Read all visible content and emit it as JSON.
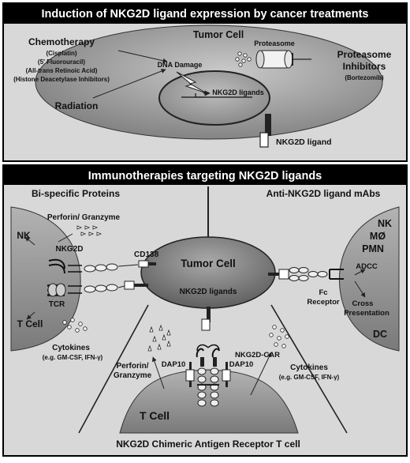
{
  "top_panel": {
    "title": "Induction of NKG2D ligand expression by cancer treatments",
    "tumor_cell_label": "Tumor Cell",
    "chemotherapy": {
      "label": "Chemotherapy",
      "drugs": [
        "(Cisplatin)",
        "(5' Fluorouracil)",
        "(All-trans Retinoic Acid)",
        "(Histone Deacetylase Inhibitors)"
      ]
    },
    "radiation_label": "Radiation",
    "dna_damage_label": "DNA Damage",
    "proteasome_label": "Proteasome",
    "proteasome_inhibitors": {
      "label_line1": "Proteasome",
      "label_line2": "Inhibitors",
      "drug": "(Bortezomib)"
    },
    "nkg2d_ligands_label": "NKG2D ligands",
    "nkg2d_ligand_label": "NKG2D ligand"
  },
  "bottom_panel": {
    "title": "Immunotherapies targeting NKG2D ligands",
    "bispecific_label": "Bi-specific Proteins",
    "mabs_label": "Anti-NKG2D ligand mAbs",
    "tumor_cell_label": "Tumor Cell",
    "nkg2d_ligands_label": "NKG2D ligands",
    "cd138_label": "CD138",
    "left_cell": {
      "nk_label": "NK",
      "tcell_label": "T Cell",
      "perforin_label": "Perforin/ Granzyme",
      "nkg2d_label": "NKG2D",
      "tcr_label": "TCR",
      "cytokines_label": "Cytokines",
      "cytokines_examples": "(e.g. GM-CSF, IFN-γ)"
    },
    "right_cell": {
      "nk_label": "NK",
      "mo_label": "MØ",
      "pmn_label": "PMN",
      "adcc_label": "ADCC",
      "cross_line1": "Cross",
      "cross_line2": "Presentation",
      "dc_label": "DC",
      "fc_line1": "Fc",
      "fc_line2": "Receptor"
    },
    "car_tcell": {
      "tcell_label": "T Cell",
      "perforin_line1": "Perforin/",
      "perforin_line2": "Granzyme",
      "dap10_left": "DAP10",
      "dap10_right": "DAP10",
      "car_label": "NKG2D-CAR",
      "cytokines_label": "Cytokines",
      "cytokines_examples": "(e.g. GM-CSF, IFN-γ)"
    },
    "footer_label": "NKG2D Chimeric Antigen Receptor T cell"
  }
}
